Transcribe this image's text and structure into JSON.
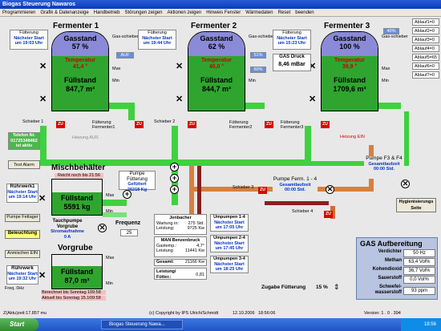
{
  "window": {
    "title": "Biogas Steuerung Nawaros"
  },
  "menu": [
    "Programmieren",
    "Grafik & Datenanzeige",
    "Handbetrieb",
    "Störungen zeigen",
    "Aktionen zeigen",
    "Hinweis Fenster",
    "Wärmedaten",
    "Reset",
    "beenden"
  ],
  "fermenters": [
    {
      "title": "Fermenter 1",
      "gas_label": "Gasstand",
      "gas_pct": "57 %",
      "temp_label": "Temperatur",
      "temp_val": "41,4 °",
      "fill_label": "Füllstand",
      "fill_val": "847,7 m³",
      "gas_fraction": 0.57
    },
    {
      "title": "Fermenter 2",
      "gas_label": "Gasstand",
      "gas_pct": "62 %",
      "temp_label": "Temperatur",
      "temp_val": "40,0 °",
      "fill_label": "Füllstand",
      "fill_val": "844,7 m³",
      "gas_fraction": 0.62
    },
    {
      "title": "Fermenter 3",
      "gas_label": "Gasstand",
      "gas_pct": "100 %",
      "temp_label": "Temperatur",
      "temp_val": "39,9 °",
      "fill_label": "Füllstand",
      "fill_val": "1709,6 m³",
      "gas_fraction": 1.0
    }
  ],
  "feed_boxes": [
    {
      "title": "Fütterung",
      "l1": "Nächster Start",
      "l2": "um 19:03 Uhr"
    },
    {
      "title": "Fütterung",
      "l1": "Nächster Start",
      "l2": "um 19:44 Uhr"
    },
    {
      "title": "Fütterung",
      "l1": "Nächster Start",
      "l2": "um 15:23 Uhr"
    }
  ],
  "gas_schieber": [
    {
      "label": "Gas-schieber",
      "state": "AUF"
    },
    {
      "label": "Gas-schieber",
      "state": "51%"
    },
    {
      "label": "Gas-schieber",
      "state": "40%"
    }
  ],
  "gas_pct_small": "60%",
  "gas_druck": {
    "label": "GAS Druck",
    "value": "8,46 mBar"
  },
  "ablauf": [
    "Ablauf1=0",
    "Ablauf2=0",
    "Ablauf3=0",
    "Ablauf4=0",
    "Ablauf5=65",
    "Ablauf6=0",
    "Ablauf7=0"
  ],
  "levels": {
    "max": "Max",
    "min": "Min"
  },
  "schieber": [
    "Schieber 1",
    "Schieber 2",
    "Schieber 3",
    "Schieber 4"
  ],
  "zu": "ZU",
  "fuetterung_ferm": [
    "Fütterung Fermenter1",
    "Fütterung Fermenter2",
    "Fütterung Fermenter3"
  ],
  "heizung_aus": "Heizung AUS",
  "heizung_ein": "Heizung EIN",
  "telefon": {
    "l1": "Telefon Nr.",
    "l2": "01725348462",
    "l3": "ist aktiv"
  },
  "test_alarm": "Test Alarm",
  "mischbehaelter": {
    "title": "Mischbehälter",
    "reicht": "Reicht noch bis 21:56",
    "fill_label": "Füllstand",
    "fill_val": "5591 kg"
  },
  "ruehrwerk1": {
    "title": "Rührwerk1",
    "l1": "Nächster Start",
    "l2": "um 19:14 Uhr"
  },
  "pumpe_fuetterung": {
    "title": "Pumpe Fütterung",
    "l1": "Gefüttert",
    "l2": "26218 Kg"
  },
  "pumpe_fettager": "Pumpe Fettager",
  "beleuchtung": "Beleuchtung",
  "anmischen": "Anmischen EIN",
  "tauchpumpe": {
    "l1": "Tauchpumpe",
    "l2": "Vorgrube",
    "l3": "Stromaufnahme",
    "l4": "0 A"
  },
  "frequenz": {
    "label": "Frequenz",
    "value": "25"
  },
  "vorgrube": {
    "title": "Vorgrube",
    "fill_label": "Füllstand",
    "fill_val": "87,0 m³",
    "b1": "Berechnet bis Sonntag 15.10.06",
    "b1t": "09:58",
    "b2": "Aktuell bis Sonntag 15.10.06",
    "b2t": "09:58"
  },
  "ruehrwerk": {
    "title": "Rührwerk",
    "l1": "Nächster Start",
    "l2": "um 19:32 Uhr"
  },
  "freq_hz": "Freq. 0Hz",
  "jenbacher": {
    "title": "Jenbacher",
    "w_label": "Wartung in:",
    "w_val": "275 Std.",
    "l_label": "Leistung:",
    "l_val": "9725 Kw"
  },
  "man": {
    "title": "MAN Benzenbruck",
    "g_label": "Gastemp.:",
    "g_val": "4,7°",
    "l_label": "Leistung",
    "l_val": "11441 Kw"
  },
  "gesamt": {
    "label": "Gesamt:",
    "val": "21166 Kw"
  },
  "faktor": {
    "label": "Leistung/ Fütter.:",
    "val": "0,81"
  },
  "umpumpen": [
    {
      "title": "Umpumpen 1-4",
      "l1": "Nächster Start",
      "l2": "um 17:05 Uhr"
    },
    {
      "title": "Umpumpen 2-4",
      "l1": "Nächster Start",
      "l2": "um 17:45 Uhr"
    },
    {
      "title": "Umpumpen 3-4",
      "l1": "Nächster Start",
      "l2": "um 18:25 Uhr"
    }
  ],
  "pumpe_ferm": {
    "title": "Pumpe Ferm. 1 - 4",
    "l1": "Gesamtlaufzeit",
    "l2": "00:00 Std."
  },
  "pumpe_f3f4": {
    "title": "Pumpe F3 & F4",
    "l1": "Gesamtlaufzeit",
    "l2": "00:00 Std."
  },
  "hygien": "Hygienisierungs Seite",
  "zugabe": {
    "label": "Zugabe Fütterung",
    "value": "15 %"
  },
  "gas_aufbereitung": {
    "title": "GAS Aufbereitung",
    "rows": [
      {
        "k": "Verdichter",
        "v": "50  Hz"
      },
      {
        "k": "Methan",
        "v": "63,4 Vol%"
      },
      {
        "k": "Kohendioxid",
        "v": "36,7 Vol%"
      },
      {
        "k": "Sauerstoff",
        "v": "0,0 Vol%"
      },
      {
        "k": "Schwefel-wasserstoff",
        "v": "93 ppm"
      }
    ]
  },
  "status": {
    "left": "Z(Aktu)zeit:17.857 mu",
    "copyright": "(c) Copyright by IPS Ulrich/Schmidt",
    "date": "12.10.2006",
    "time": "18:56:06",
    "version": "Version:  1 . 0 . 394"
  },
  "taskbar": {
    "start": "Start",
    "app": "Biogas Steuerung Nawa...",
    "clock": "18:56"
  },
  "colors": {
    "gas": "#8a8ad8",
    "liquid": "#2fa52f",
    "pipe_green": "#3fd13f",
    "pipe_orange": "#d68040",
    "alarm_red": "#d00"
  }
}
